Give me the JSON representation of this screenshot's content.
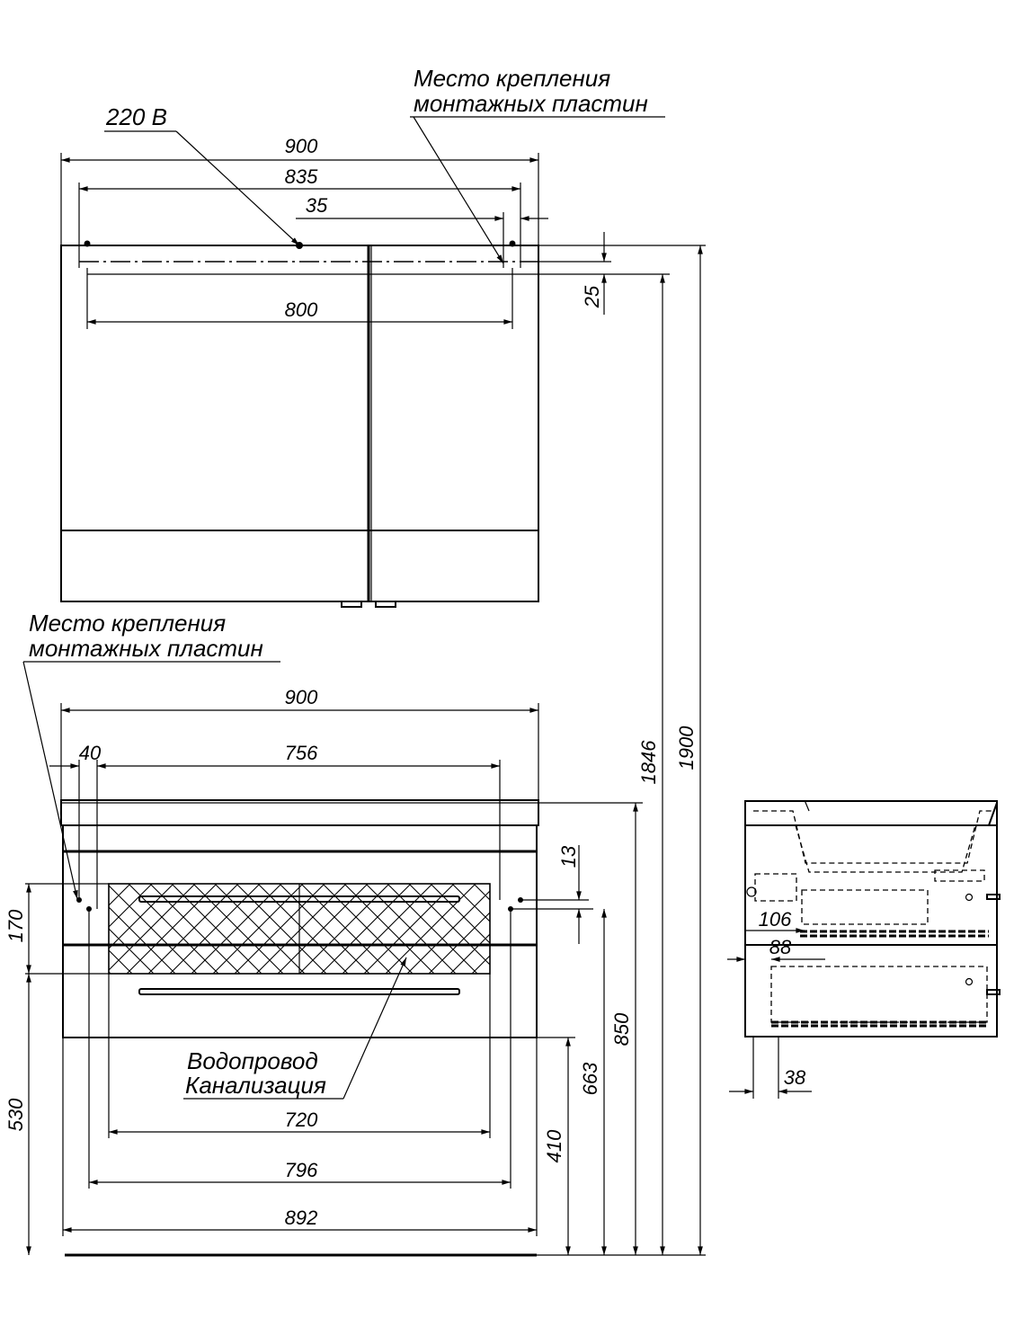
{
  "notes": {
    "voltage": "220 В",
    "mount_top_line1": "Место крепления",
    "mount_top_line2": "монтажных пластин",
    "mount_bottom_line1": "Место крепления",
    "mount_bottom_line2": "монтажных пластин",
    "water_line1": "Водопровод",
    "water_line2": "Канализация"
  },
  "dimensions": {
    "mirror_width": "900",
    "mirror_mount_span": "835",
    "mirror_mount_offset": "35",
    "mirror_inner": "800",
    "mirror_mount_drop": "25",
    "cabinet_width": "900",
    "cabinet_offset": "40",
    "cabinet_mount_span": "756",
    "cabinet_drop": "13",
    "cabinet_mount_band": "170",
    "floor_to_band": "530",
    "pipe_zone": "720",
    "inner_width": "796",
    "base_width": "892",
    "floor_410": "410",
    "floor_663": "663",
    "floor_850": "850",
    "floor_1846": "1846",
    "floor_1900": "1900",
    "side_106": "106",
    "side_88": "88",
    "side_38": "38"
  }
}
